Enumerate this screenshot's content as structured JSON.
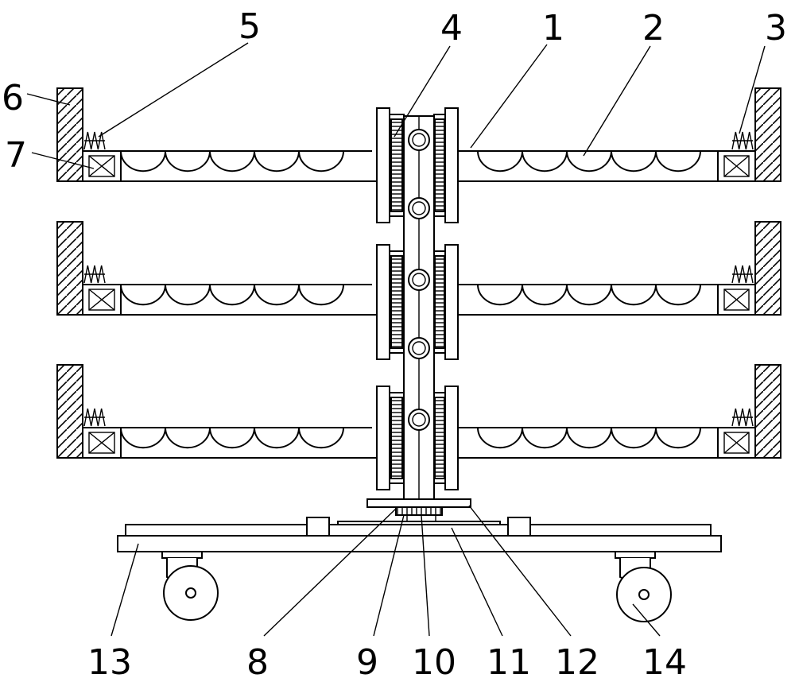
{
  "labels": [
    "1",
    "2",
    "3",
    "4",
    "5",
    "6",
    "7",
    "8",
    "9",
    "10",
    "11",
    "12",
    "13",
    "14"
  ]
}
